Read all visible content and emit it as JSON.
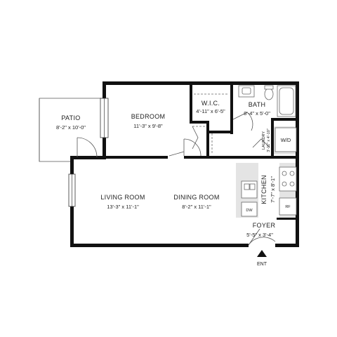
{
  "rooms": {
    "patio": {
      "name": "PATIO",
      "dims": "8'-2\"  x  10'-0\""
    },
    "bedroom": {
      "name": "BEDROOM",
      "dims": "11'-3\"  x  9'-8\""
    },
    "wic": {
      "name": "W.I.C.",
      "dims": "4'-11\" x  6'-5\""
    },
    "bath": {
      "name": "BATH",
      "dims": "8'-4\"  x  5'-0\""
    },
    "laundry": {
      "name": "LAUNDRY",
      "dims": "3'-11\" x 4'-10\""
    },
    "living": {
      "name": "LIVING ROOM",
      "dims": "13'-3\"  x  11'-1\""
    },
    "dining": {
      "name": "DINING ROOM",
      "dims": "8'-2\"  x  11'-1\""
    },
    "kitchen": {
      "name": "KITCHEN",
      "dims": "7'-7\"  x  8'-1\""
    },
    "foyer": {
      "name": "FOYER",
      "dims": "5'-5\"  x  3'-4\""
    }
  },
  "appliances": {
    "washer_dryer": "W/D",
    "dishwasher": "DW",
    "refrigerator": "RF"
  },
  "entry": {
    "label": "ENT"
  }
}
